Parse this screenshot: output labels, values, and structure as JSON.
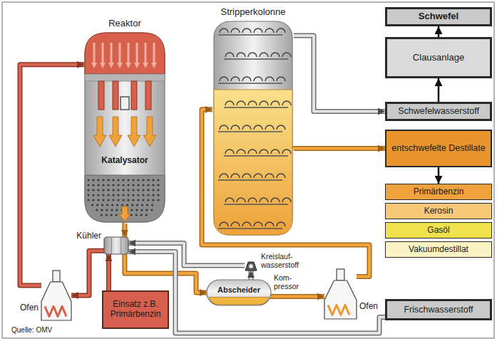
{
  "diagram": {
    "nodes": [
      {
        "text": [
          "Reaktor",
          "Katalysator"
        ]
      },
      {
        "text": [
          "Stripperkolonne"
        ]
      },
      {
        "text": [
          "Schwefel"
        ]
      },
      {
        "text": [
          "Clausanlage"
        ]
      },
      {
        "text": [
          "Schwefelwasserstoff"
        ]
      },
      {
        "text": [
          "entschwefelte Destillate"
        ]
      },
      {
        "text": [
          "Primärbenzin"
        ]
      },
      {
        "text": [
          "Kerosin"
        ]
      },
      {
        "text": [
          "Gasöl"
        ]
      },
      {
        "text": [
          "Vakuumdestillat"
        ]
      },
      {
        "text": [
          "Kühler"
        ]
      },
      {
        "text": [
          "Einsatz z.B. Primärbenzin"
        ]
      },
      {
        "text": [
          "Abscheider"
        ]
      },
      {
        "text": [
          "Ofen"
        ]
      },
      {
        "text": [
          "Ofen"
        ]
      },
      {
        "text": [
          "Frischwasserstoff"
        ]
      },
      {
        "text": [
          "Kom- pressor"
        ]
      }
    ],
    "edges": [
      {
        "from": 11,
        "to": 10,
        "arrow": "to"
      },
      {
        "from": 10,
        "to": 13,
        "arrow": "to"
      },
      {
        "from": 13,
        "to": 0,
        "arrow": "to"
      },
      {
        "from": 0,
        "to": 10,
        "arrow": "to"
      },
      {
        "from": 10,
        "to": 12,
        "arrow": "to"
      },
      {
        "from": 12,
        "to": 14,
        "arrow": "to"
      },
      {
        "from": 14,
        "to": 1,
        "arrow": "to"
      },
      {
        "from": 1,
        "to": 4,
        "arrow": "to"
      },
      {
        "from": 1,
        "to": 5,
        "arrow": "to"
      },
      {
        "from": 4,
        "to": 3,
        "arrow": "to"
      },
      {
        "from": 3,
        "to": 2,
        "arrow": "to"
      },
      {
        "from": 5,
        "to": 6,
        "arrow": "to"
      },
      {
        "from": 12,
        "to": 16,
        "arrow": "to"
      },
      {
        "from": 16,
        "to": 10,
        "arrow": "to"
      },
      {
        "from": 15,
        "to": 10,
        "arrow": "to"
      }
    ],
    "labels": [
      "Kreislauf- wasserstoff",
      "Quelle: OMV"
    ]
  }
}
